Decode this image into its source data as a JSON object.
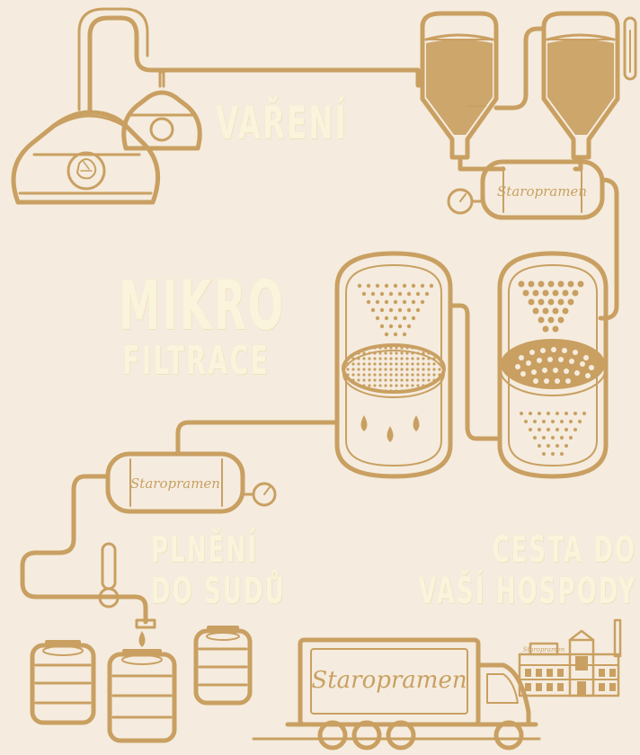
{
  "labels": {
    "vareni": "VAŘENÍ",
    "mikro": "MIKRO",
    "filtrace": "FILTRACE",
    "plneni": "PLNĚNÍ",
    "do_sudu": "DO SUDŮ",
    "cesta_do": "CESTA DO",
    "vasi_hospody": "VAŠÍ HOSPODY"
  },
  "brand": {
    "filter_tank_top": "Staropramen",
    "filter_tank_bottom": "Staropramen",
    "truck": "Staropramen",
    "brewery_sign": "Staropramen"
  },
  "colors": {
    "background": "#f5ecdf",
    "gold": "#c9a062",
    "gold_dark": "#b08546",
    "label": "#fbf4dc"
  }
}
